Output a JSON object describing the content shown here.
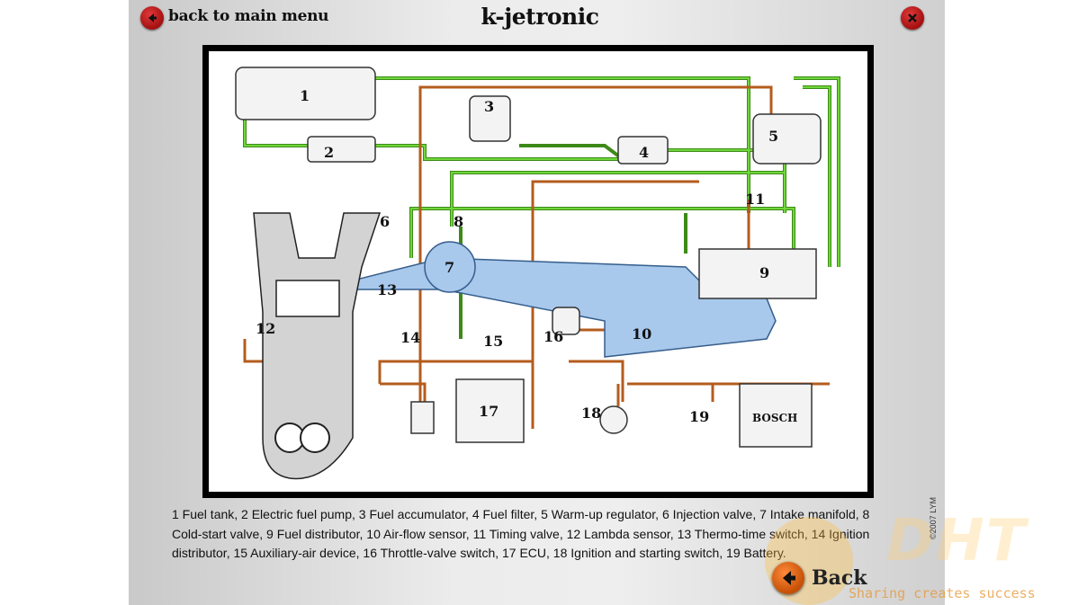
{
  "header": {
    "back_to_main_label": "back to main menu",
    "title": "k-jetronic"
  },
  "diagram": {
    "labels": [
      "1",
      "2",
      "3",
      "4",
      "5",
      "6",
      "7",
      "8",
      "9",
      "10",
      "11",
      "12",
      "13",
      "14",
      "15",
      "16",
      "17",
      "18",
      "19"
    ],
    "battery_label": "BOSCH"
  },
  "legend": {
    "text": "1 Fuel tank, 2 Electric fuel pump, 3 Fuel accumulator, 4 Fuel filter, 5 Warm-up regulator, 6 Injection valve, 7 Intake manifold, 8 Cold-start valve, 9 Fuel distributor, 10 Air-flow sensor, 11 Timing valve, 12 Lambda sensor, 13 Thermo-time switch, 14 Ignition distributor, 15 Auxiliary-air device, 16 Throttle-valve switch, 17 ECU, 18 Ignition and starting switch, 19 Battery."
  },
  "footer": {
    "back_label": "Back",
    "credit": "©2007 LYM",
    "watermark_logo": "DHT",
    "watermark_slogan": "Sharing creates success"
  },
  "colors": {
    "fuel_line_green": "#5cc021",
    "wire_orange": "#c86a2a",
    "air_blue": "#a8c8ec",
    "button_red": "#c0191a",
    "button_orange": "#e96a10"
  },
  "icons": {
    "back_to_main": "arrow-left-icon",
    "close": "close-icon",
    "back": "arrow-left-icon"
  }
}
